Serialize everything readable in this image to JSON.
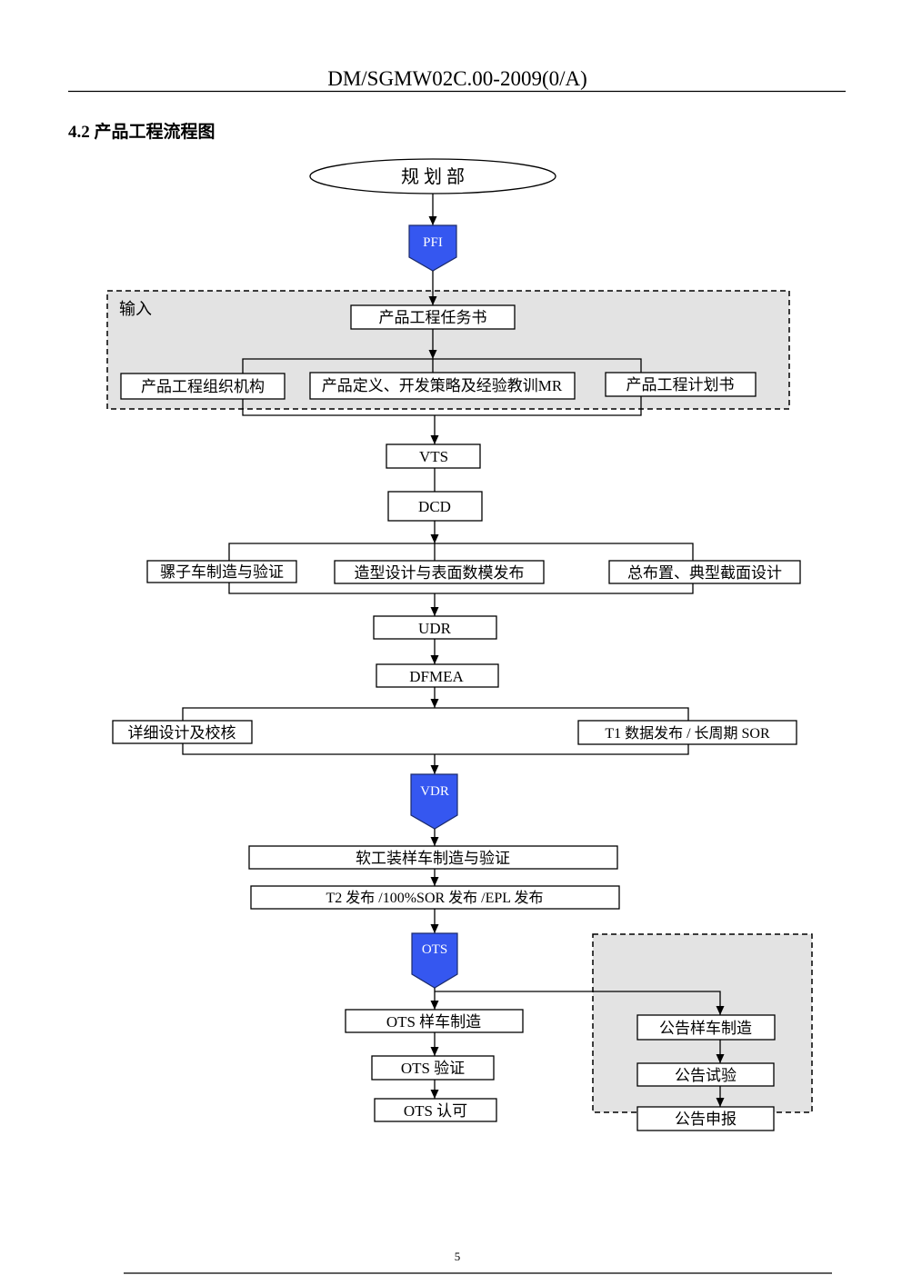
{
  "header": {
    "doc_code": "DM/SGMW02C.00-2009(0/A)"
  },
  "section": {
    "title": "4.2 产品工程流程图"
  },
  "flowchart": {
    "start": "规 划 部",
    "milestones": {
      "pfi": "PFI",
      "vdr": "VDR",
      "ots": "OTS"
    },
    "input_group": {
      "label": "输入",
      "task_book": "产品工程任务书",
      "items": [
        "产品工程组织机构",
        "产品定义、开发策略及经验教训MR",
        "产品工程计划书"
      ]
    },
    "vts": "VTS",
    "dcd": "DCD",
    "concept_parallel": [
      "骡子车制造与验证",
      "造型设计与表面数模发布",
      "总布置、典型截面设计"
    ],
    "udr": "UDR",
    "dfmea": "DFMEA",
    "design_parallel": [
      "详细设计及校核",
      "T1 数据发布 / 长周期 SOR"
    ],
    "soft_tooling": "软工装样车制造与验证",
    "release": "T2 发布 /100%SOR 发布 /EPL 发布",
    "ots_track": [
      "OTS 样车制造",
      "OTS 验证",
      "OTS 认可"
    ],
    "announcement_track": [
      "公告样车制造",
      "公告试验",
      "公告申报"
    ]
  },
  "footer": {
    "page_number": "5"
  },
  "colors": {
    "milestone_fill": "#3557f0",
    "milestone_text": "#ffffff",
    "group_fill": "#e3e3e3",
    "line": "#000000"
  }
}
